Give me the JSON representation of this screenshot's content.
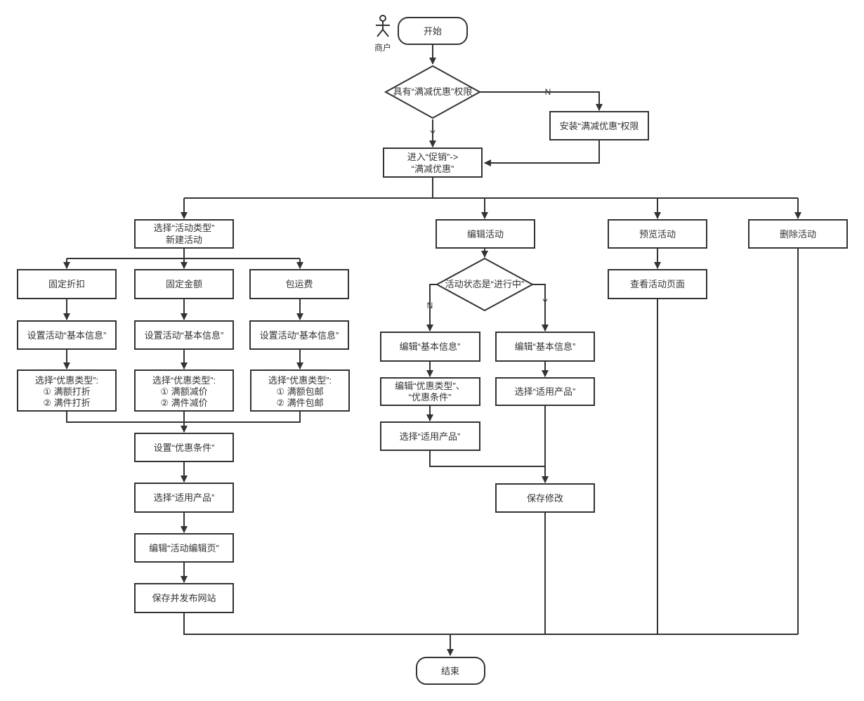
{
  "diagram": {
    "actor_label": "商户",
    "start": "开始",
    "end": "结束",
    "decision_permission": "具有“满减优惠”权限",
    "install_permission": "安装“满减优惠”权限",
    "enter_promo": [
      "进入“促销”->",
      "“满减优惠”"
    ],
    "create_activity": [
      "选择“活动类型”",
      "新建活动"
    ],
    "edit_activity": "编辑活动",
    "preview_activity": "预览活动",
    "delete_activity": "删除活动",
    "fixed_discount": "固定折扣",
    "fixed_amount": "固定金额",
    "free_shipping": "包运费",
    "set_basic_info_1": "设置活动“基本信息”",
    "set_basic_info_2": "设置活动“基本信息”",
    "set_basic_info_3": "设置活动“基本信息”",
    "select_type_discount": [
      "选择“优惠类型”:",
      "① 满额打折",
      "② 满件打折"
    ],
    "select_type_amount": [
      "选择“优惠类型”:",
      "① 满额减价",
      "② 满件减价"
    ],
    "select_type_shipping": [
      "选择“优惠类型”:",
      "① 满额包邮",
      "② 满件包邮"
    ],
    "set_conditions": "设置“优惠条件”",
    "select_products_left": "选择“适用产品”",
    "edit_activity_page": "编辑“活动编辑页”",
    "save_publish": "保存并发布网站",
    "decision_in_progress": "活动状态是“进行中”",
    "edit_basic_n": "编辑“基本信息”",
    "edit_type_conditions": [
      "编辑“优惠类型”、",
      "“优惠条件”"
    ],
    "select_products_n": "选择“适用产品”",
    "edit_basic_y": "编辑“基本信息”",
    "select_products_y": "选择“适用产品”",
    "save_changes": "保存修改",
    "view_activity_page": "查看活动页面",
    "label_n": "N",
    "label_y": "Y"
  }
}
